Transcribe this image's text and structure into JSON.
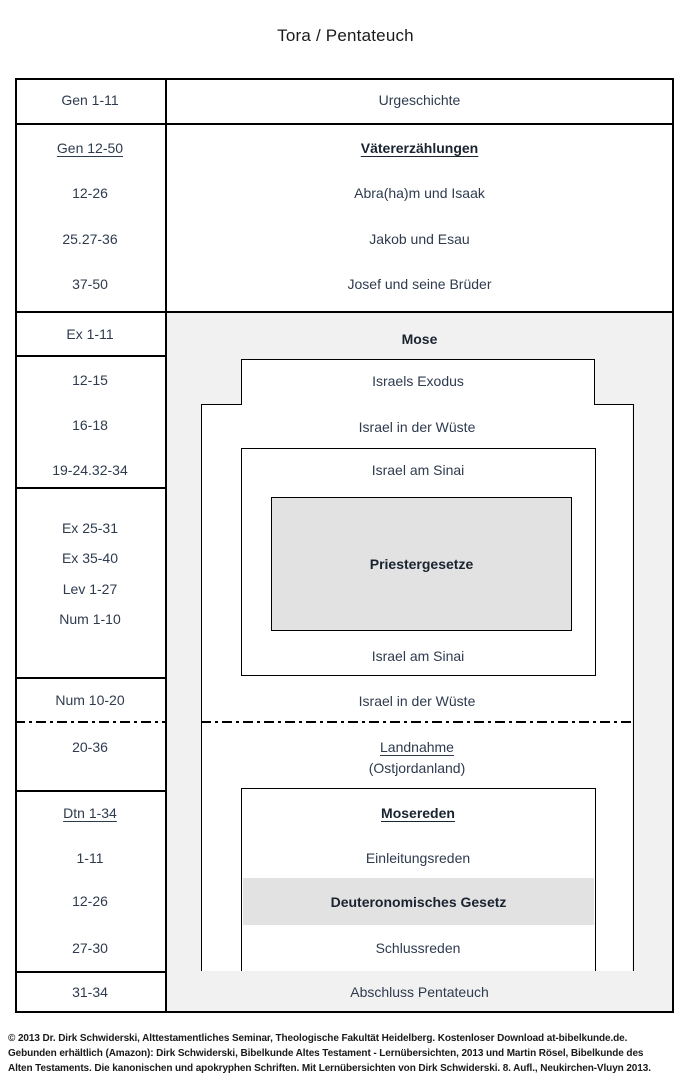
{
  "title": "Tora / Pentateuch",
  "colors": {
    "section_background": "#f1f1f1",
    "inner_box_background": "#e2e2e2",
    "border": "#000000",
    "body_text": "#2e3b4e"
  },
  "left_column": {
    "gen_1_11": "Gen 1-11",
    "gen_12_50": "Gen 12-50",
    "gen_12_26": "12-26",
    "gen_25_27_36": "25.27-36",
    "gen_37_50": "37-50",
    "ex_1_11": "Ex 1-11",
    "ex_12_15": "12-15",
    "ex_16_18": "16-18",
    "ex_19_24_32_34": "19-24.32-34",
    "ex_25_31": "Ex 25-31",
    "ex_35_40": "Ex 35-40",
    "lev_1_27": "Lev 1-27",
    "num_1_10": "Num 1-10",
    "num_10_20": "Num 10-20",
    "num_20_36": "20-36",
    "dtn_1_34": "Dtn 1-34",
    "dtn_1_11": "1-11",
    "dtn_12_26": "12-26",
    "dtn_27_30": "27-30",
    "dtn_31_34": "31-34"
  },
  "right_column": {
    "urgeschichte": "Urgeschichte",
    "vatererzaehlungen": "Vätererzählungen",
    "abraham_isaak": "Abra(ha)m und Isaak",
    "jakob_esau": "Jakob und Esau",
    "josef_brueder": "Josef und seine Brüder",
    "mose": "Mose",
    "israels_exodus": "Israels Exodus",
    "wueste_oben": "Israel in der Wüste",
    "sinai_oben": "Israel am Sinai",
    "priestergesetze": "Priestergesetze",
    "sinai_unten": "Israel am Sinai",
    "wueste_unten": "Israel in der Wüste",
    "landnahme": "Landnahme",
    "ostjordanland": "(Ostjordanland)",
    "mosereden": "Mosereden",
    "einleitungsreden": "Einleitungsreden",
    "deuteronomisches_gesetz": "Deuteronomisches Gesetz",
    "schlussreden": "Schlussreden",
    "abschluss_pentateuch": "Abschluss Pentateuch"
  },
  "footer": {
    "line1": "© 2013 Dr. Dirk Schwiderski, Alttestamentliches Seminar, Theologische Fakultät Heidelberg. Kostenloser Download at-bibelkunde.de.",
    "line2": "Gebunden erhältlich (Amazon): Dirk Schwiderski, Bibelkunde Altes Testament - Lernübersichten, 2013 und Martin Rösel, Bibelkunde des",
    "line3": "Alten Testaments. Die kanonischen und apokryphen Schriften. Mit Lernübersichten von Dirk Schwiderski. 8. Aufl., Neukirchen-Vluyn 2013."
  }
}
